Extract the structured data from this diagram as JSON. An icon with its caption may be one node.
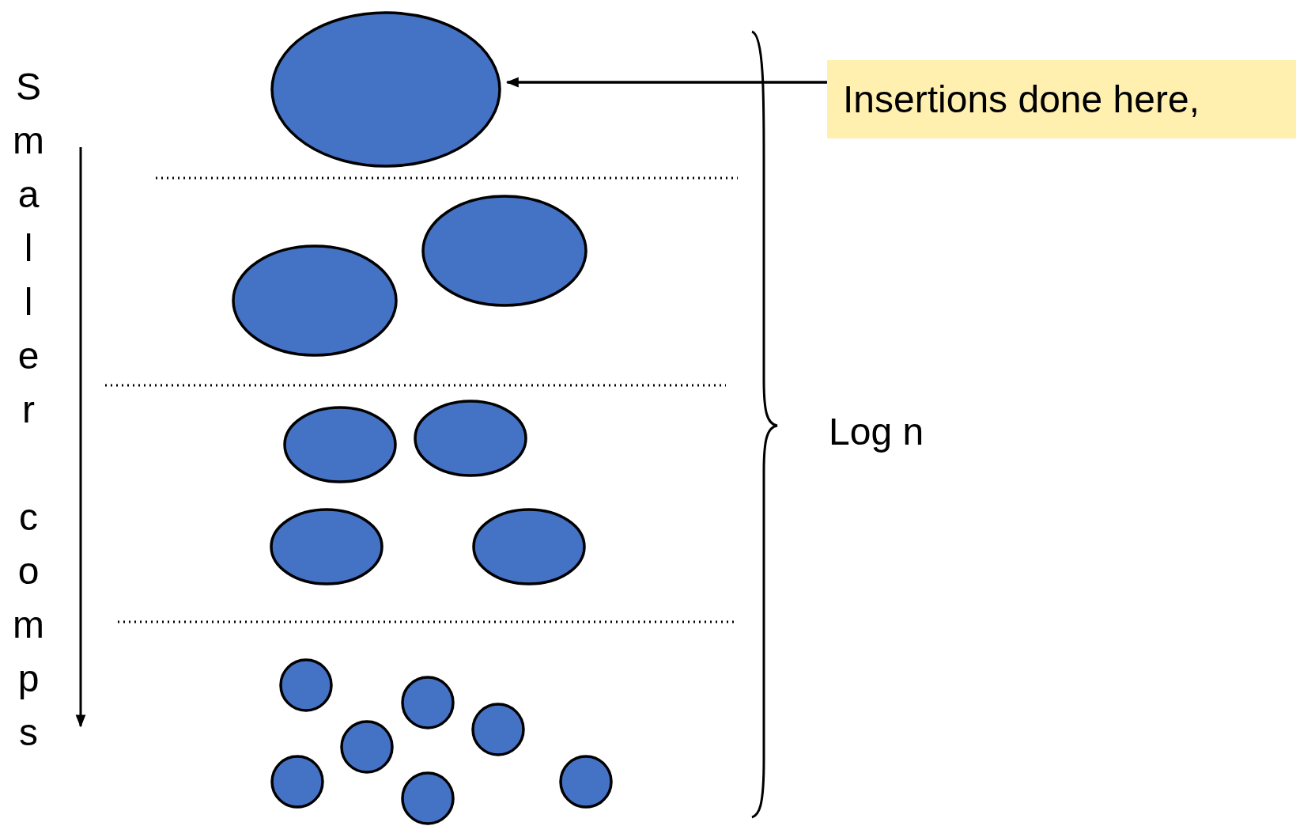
{
  "diagram": {
    "nodes": [
      {
        "text": [],
        "shape": "ellipse"
      },
      {
        "text": [
          "Insertions done here,"
        ]
      },
      {
        "text": [],
        "shape": "ellipse"
      },
      {
        "text": [],
        "shape": "ellipse"
      },
      {
        "text": [],
        "shape": "ellipse"
      },
      {
        "text": [],
        "shape": "ellipse"
      },
      {
        "text": [],
        "shape": "ellipse"
      },
      {
        "text": [],
        "shape": "ellipse"
      },
      {
        "text": [],
        "shape": "circle"
      },
      {
        "text": [],
        "shape": "circle"
      },
      {
        "text": [],
        "shape": "circle"
      },
      {
        "text": [],
        "shape": "circle"
      },
      {
        "text": [],
        "shape": "circle"
      },
      {
        "text": [],
        "shape": "circle"
      },
      {
        "text": [],
        "shape": "circle"
      }
    ],
    "edges": [
      {
        "from": 1,
        "to": 0,
        "arrow": "to"
      }
    ],
    "labels": [
      "Smaller comps",
      "Log n"
    ]
  }
}
